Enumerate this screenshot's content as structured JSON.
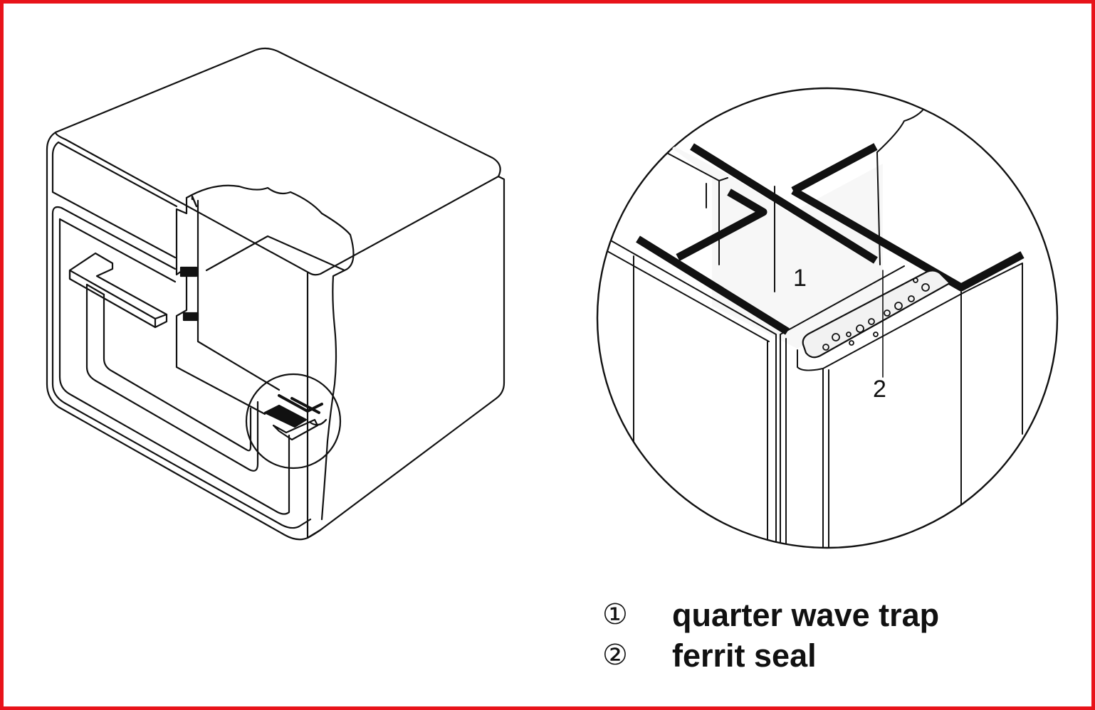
{
  "colors": {
    "frame": "#e8131a",
    "line": "#111111",
    "seal_fill": "#f2f2f2"
  },
  "detail_callouts": {
    "trap": "1",
    "seal": "2"
  },
  "legend": [
    {
      "number": "①",
      "label": "quarter wave trap"
    },
    {
      "number": "②",
      "label": "ferrit seal"
    }
  ]
}
